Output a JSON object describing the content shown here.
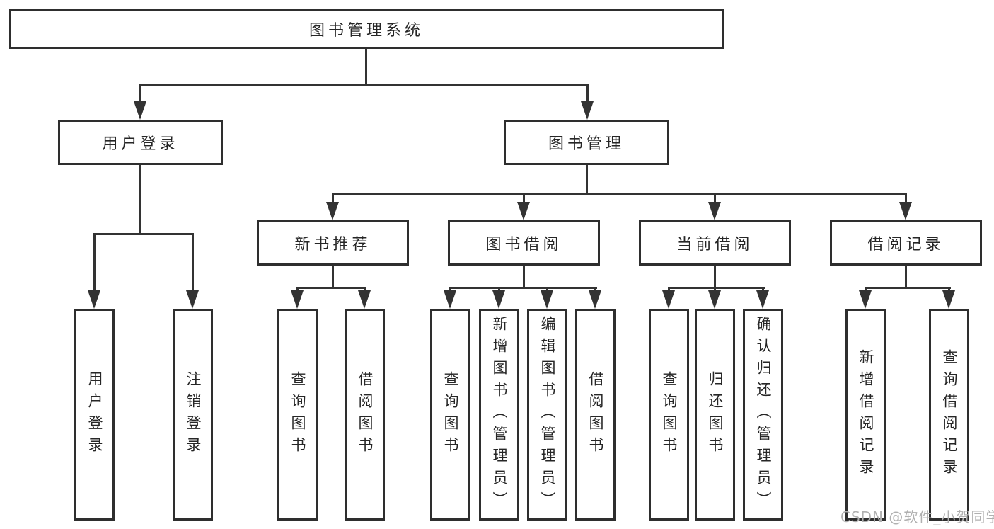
{
  "diagram": {
    "nodes": {
      "root": "图书管理系统",
      "user_login": "用户登录",
      "book_mgmt": "图书管理",
      "new_book_rec": "新书推荐",
      "book_borrow": "图书借阅",
      "current_borrow": "当前借阅",
      "borrow_records": "借阅记录",
      "leaf_user_login": "用户登录",
      "leaf_logout": "注销登录",
      "leaf_query_book_rec": "查询图书",
      "leaf_borrow_book_rec": "借阅图书",
      "leaf_query_book_borrow": "查询图书",
      "leaf_add_book": "新增图书（管理员）",
      "leaf_edit_book": "编辑图书（管理员）",
      "leaf_borrow_book_borrow": "借阅图书",
      "leaf_query_book_current": "查询图书",
      "leaf_return_book": "归还图书",
      "leaf_confirm_return": "确认归还（管理员）",
      "leaf_add_record": "新增借阅记录",
      "leaf_query_record": "查询借阅记录"
    }
  },
  "watermark": "CSDN @软件_小贺同学",
  "colors": {
    "line": "#333333",
    "border": "#2e2e2e",
    "text": "#262626",
    "background": "#ffffff",
    "watermark": "#b0b0b0"
  }
}
